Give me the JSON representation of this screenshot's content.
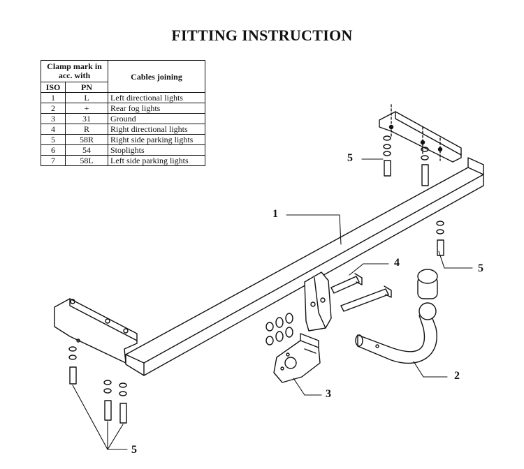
{
  "title": "FITTING INSTRUCTION",
  "table": {
    "header_clamp": "Clamp mark in acc. with",
    "header_iso": "ISO",
    "header_pn": "PN",
    "header_cables": "Cables joining",
    "rows": [
      {
        "iso": "1",
        "pn": "L",
        "desc": "Left directional lights"
      },
      {
        "iso": "2",
        "pn": "+",
        "desc": "Rear fog lights"
      },
      {
        "iso": "3",
        "pn": "31",
        "desc": "Ground"
      },
      {
        "iso": "4",
        "pn": "R",
        "desc": "Right directional lights"
      },
      {
        "iso": "5",
        "pn": "58R",
        "desc": "Right side parking lights"
      },
      {
        "iso": "6",
        "pn": "54",
        "desc": "Stoplights"
      },
      {
        "iso": "7",
        "pn": "58L",
        "desc": "Left side parking lights"
      }
    ]
  },
  "callouts": {
    "crossbar": "1",
    "ball_neck": "2",
    "socket_plate": "3",
    "bolts": "4",
    "fasteners_top": "5",
    "fasteners_right": "5",
    "fasteners_bottom": "5"
  }
}
